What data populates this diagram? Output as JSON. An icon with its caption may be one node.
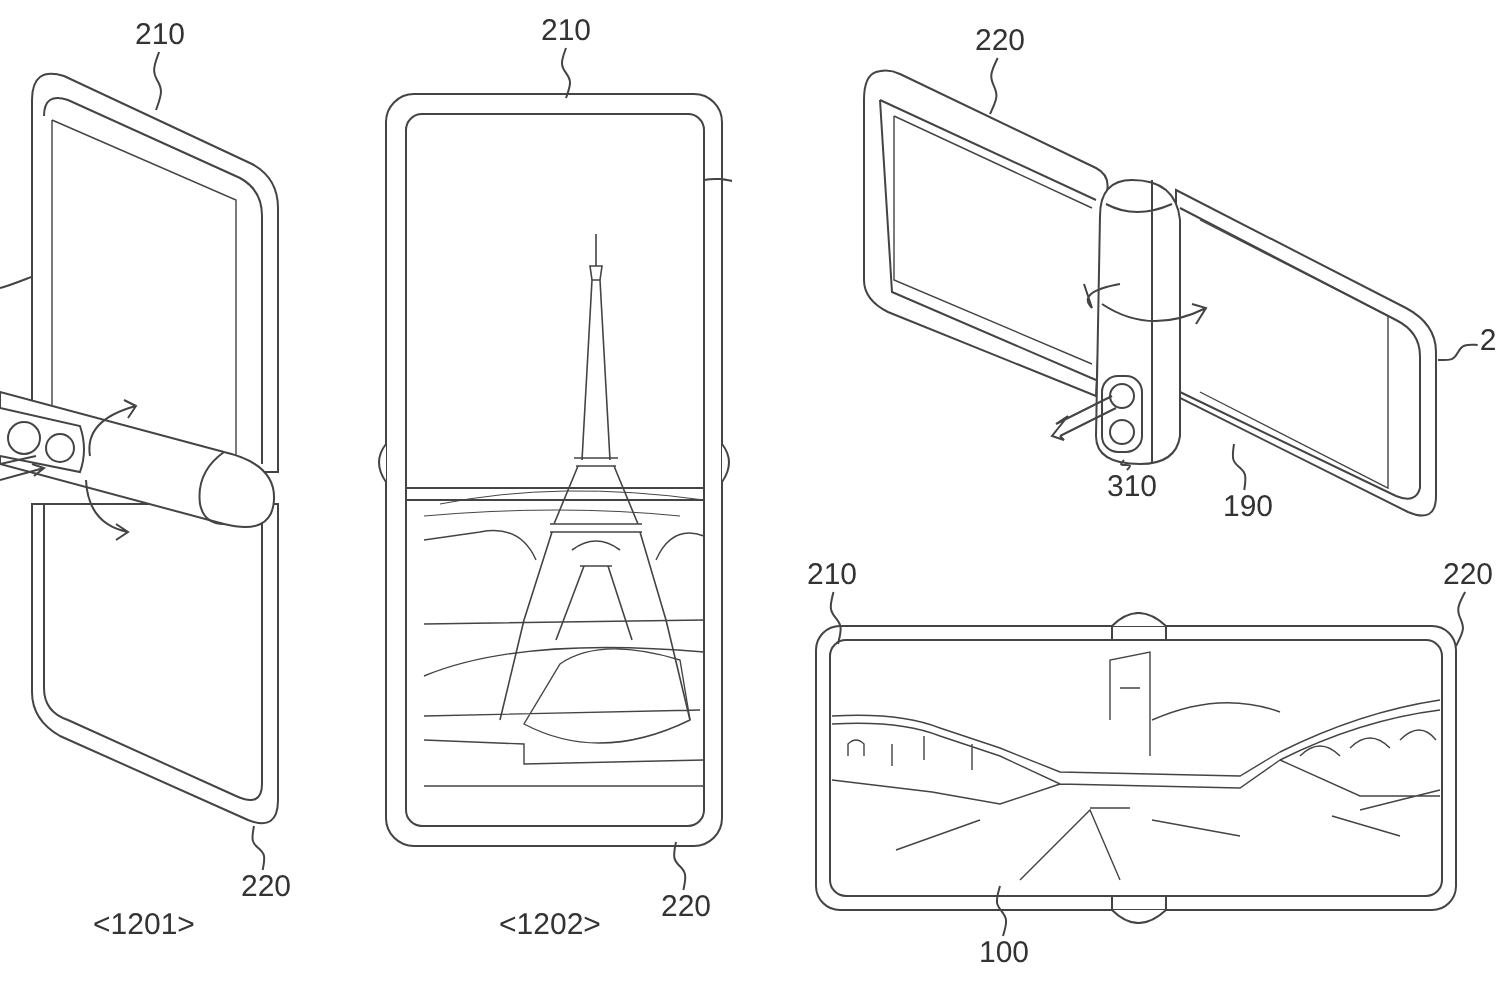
{
  "diagram": {
    "nodes": [
      {
        "text": [
          "210"
        ]
      },
      {
        "text": [],
        "shape": "picture"
      },
      {
        "text": [
          "220"
        ]
      },
      {
        "text": [
          "210"
        ]
      },
      {
        "text": [],
        "shape": "picture"
      },
      {
        "text": [
          "220"
        ]
      },
      {
        "text": [
          "220"
        ]
      },
      {
        "text": [],
        "shape": "picture"
      },
      {
        "text": [
          "2"
        ]
      },
      {
        "text": [
          "310"
        ],
        "in": 7
      },
      {
        "text": [
          "190"
        ],
        "in": 7
      },
      {
        "text": [
          "210"
        ]
      },
      {
        "text": [],
        "shape": "picture"
      },
      {
        "text": [
          "220"
        ]
      },
      {
        "text": [
          "100"
        ]
      }
    ],
    "edges": [
      {
        "from": 0,
        "to": 1,
        "arrow": "none"
      },
      {
        "from": 2,
        "to": 1,
        "arrow": "none"
      },
      {
        "from": 3,
        "to": 4,
        "arrow": "none"
      },
      {
        "from": 5,
        "to": 4,
        "arrow": "none"
      },
      {
        "from": 6,
        "to": 7,
        "arrow": "none"
      },
      {
        "from": 8,
        "to": 7,
        "arrow": "none"
      },
      {
        "from": 9,
        "to": 7,
        "arrow": "none"
      },
      {
        "from": 10,
        "to": 7,
        "arrow": "none"
      },
      {
        "from": 11,
        "to": 12,
        "arrow": "none"
      },
      {
        "from": 13,
        "to": 12,
        "arrow": "none"
      },
      {
        "from": 14,
        "to": 12,
        "arrow": "none"
      }
    ],
    "labels": [
      "<1201>",
      "<1202>"
    ]
  }
}
